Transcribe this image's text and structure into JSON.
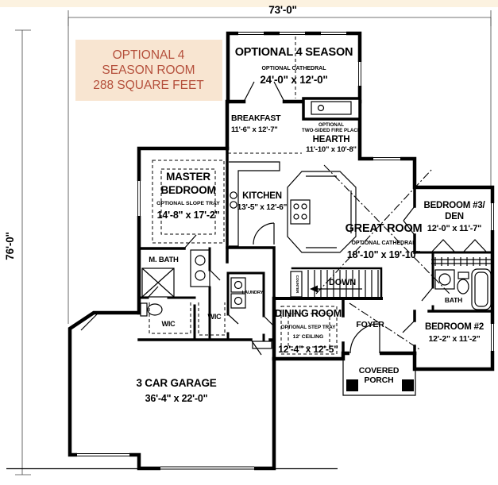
{
  "meta": {
    "type": "architectural-floor-plan",
    "colors": {
      "wall": "#000000",
      "paper": "#ffffff",
      "top_band": "#fcf2e0",
      "note_bg": "#f8e5d1",
      "note_text": "#b5503c"
    }
  },
  "dimensions": {
    "overall_width": "73'-0\"",
    "overall_height": "76'-0\""
  },
  "note_box": {
    "line1": "OPTIONAL 4",
    "line2": "SEASON ROOM",
    "line3": "288 SQUARE FEET"
  },
  "rooms": {
    "four_season": {
      "name": "OPTIONAL 4 SEASON",
      "note": "OPTIONAL CATHEDRAL",
      "dims": "24'-0\" x 12'-0\""
    },
    "breakfast": {
      "name": "BREAKFAST",
      "dims": "11'-6\" x 12'-7\""
    },
    "fireplace": {
      "note1": "OPTIONAL",
      "note2": "TWO-SIDED FIRE PLACE"
    },
    "hearth": {
      "name": "HEARTH",
      "dims": "11'-10\" x 10'-8\""
    },
    "master": {
      "name1": "MASTER",
      "name2": "BEDROOM",
      "note": "OPTIONAL SLOPE TRAY",
      "dims": "14'-8\" x 17'-2\""
    },
    "kitchen": {
      "name": "KITCHEN",
      "dims": "13'-5\" x 12'-6\""
    },
    "great_room": {
      "name": "GREAT ROOM",
      "note": "OPTIONAL CATHEDRAL",
      "dims": "18'-10\" x 19'-10\""
    },
    "bedroom3": {
      "name1": "BEDROOM #3/",
      "name2": "DEN",
      "dims": "12'-0\" x 11'-7\""
    },
    "bath": {
      "name": "BATH"
    },
    "bedroom2": {
      "name": "BEDROOM #2",
      "dims": "12'-2\" x 11'-2\""
    },
    "dining": {
      "name": "DINING ROOM",
      "note1": "OPTIONAL STEP TRAY",
      "note2": "12' CEILING",
      "dims": "12'-4\" x 12'-5\""
    },
    "foyer": {
      "name": "FOYER"
    },
    "porch": {
      "name1": "COVERED",
      "name2": "PORCH"
    },
    "garage": {
      "name": "3 CAR GARAGE",
      "dims": "36'-4\" x 22'-0\""
    },
    "master_bath": {
      "name": "M. BATH"
    },
    "wic1": {
      "name": "WIC"
    },
    "wic2": {
      "name": "WIC"
    },
    "laundry": {
      "name": "LAUNDRY"
    },
    "stairs": {
      "label": "DOWN",
      "counter": "COUNTER"
    }
  }
}
